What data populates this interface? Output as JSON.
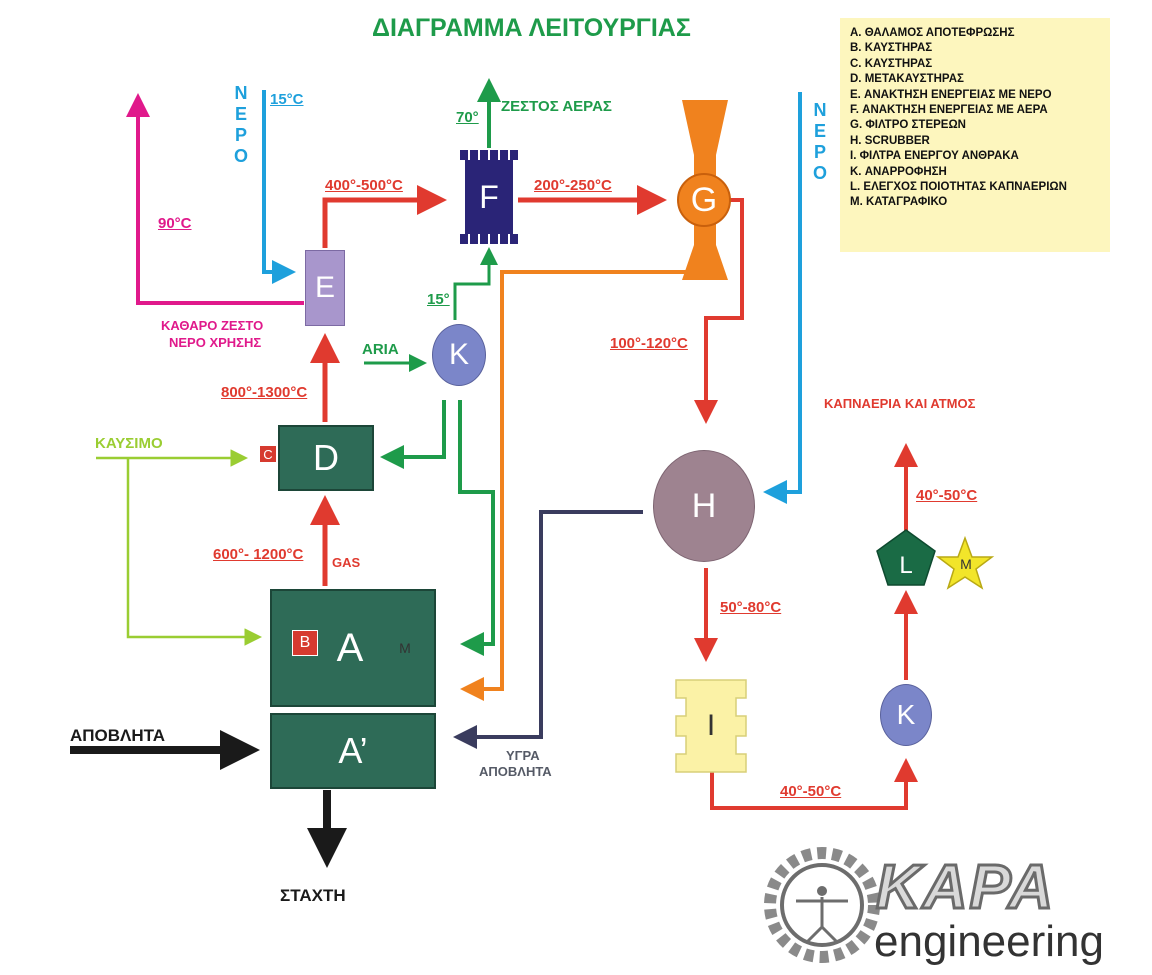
{
  "title": "ΔΙΑΓΡΑΜΜΑ ΛΕΙΤΟΥΡΓΙΑΣ",
  "legend": [
    "A. ΘΑΛΑΜΟΣ ΑΠΟΤΕΦΡΩΣΗΣ",
    "B. ΚΑΥΣΤΗΡΑΣ",
    "C. ΚΑΥΣΤΗΡΑΣ",
    "D. ΜΕΤΑΚΑΥΣΤΗΡΑΣ",
    "E. ΑΝΑΚΤΗΣΗ ΕΝΕΡΓΕΙΑΣ ΜΕ ΝΕΡΟ",
    "F. ΑΝΑΚΤΗΣΗ ΕΝΕΡΓΕΙΑΣ ΜΕ ΑΕΡΑ",
    "G. ΦΙΛΤΡΟ ΣΤΕΡΕΩΝ",
    "H. SCRUBBER",
    "I. ΦΙΛΤΡΑ ΕΝΕΡΓΟΥ ΑΝΘΡΑΚΑ",
    "K. ΑΝΑΡΡΟΦΗΣΗ",
    "L. ΕΛΕΓΧΟΣ ΠΟΙΟΤΗΤΑΣ ΚΑΠΝΑΕΡΙΩΝ",
    "M. ΚΑΤΑΓΡΑΦΙΚΟ"
  ],
  "nodes": {
    "A": "A",
    "A2": "A’",
    "B": "B",
    "C": "C",
    "D": "D",
    "E": "E",
    "F": "F",
    "G": "G",
    "H": "H",
    "I": "I",
    "K1": "K",
    "K2": "K",
    "L": "L",
    "M1": "M",
    "M2": "M"
  },
  "labels": {
    "water_left": "ΝΕΡΟ",
    "water_right": "ΝΕΡΟ",
    "t15_water": "15°C",
    "t90": "90°C",
    "t400_500": "400°-500°C",
    "t70": "70°",
    "hot_air": "ΖΕΣΤΟΣ ΑΕΡΑΣ",
    "t200_250": "200°-250°C",
    "t15_air": "15°",
    "clean_water_1": "ΚΑΘΑΡΟ ΖΕΣΤΟ",
    "clean_water_2": "ΝΕΡΟ ΧΡΗΣΗΣ",
    "aria": "ARIA",
    "t800_1300": "800°-1300°C",
    "fuel": "ΚΑΥΣΙΜΟ",
    "t600_1200": "600°- 1200°C",
    "gas": "GAS",
    "t100_120": "100°-120°C",
    "smoke": "ΚΑΠΝΑΕΡΙΑ ΚΑΙ ΑΤΜΟΣ",
    "t40_50_top": "40°-50°C",
    "t50_80": "50°-80°C",
    "t40_50_bottom": "40°-50°C",
    "waste": "ΑΠΟΒΛΗΤΑ",
    "liquid_waste_1": "ΥΓΡΑ",
    "liquid_waste_2": "ΑΠΟΒΛΗΤΑ",
    "ash": "ΣΤΑΧΤΗ"
  },
  "logo": {
    "brand": "KAPA",
    "sub": "engineering"
  },
  "colors": {
    "red": "#e03a2f",
    "green": "#1e9b4a",
    "lime": "#9acd32",
    "blue": "#1ea0dc",
    "magenta": "#e0198b",
    "orange": "#f0821e",
    "navy": "#3a3c5e",
    "black": "#1a1a1a",
    "chamber": "#2e6b57",
    "lavender": "#a896cc",
    "indigo": "#2a2477",
    "k_blue": "#7b86c9",
    "h_mauve": "#9e8390",
    "i_yellow": "#fbf2a6",
    "l_green": "#1a6b45",
    "star": "#f2e52a"
  }
}
